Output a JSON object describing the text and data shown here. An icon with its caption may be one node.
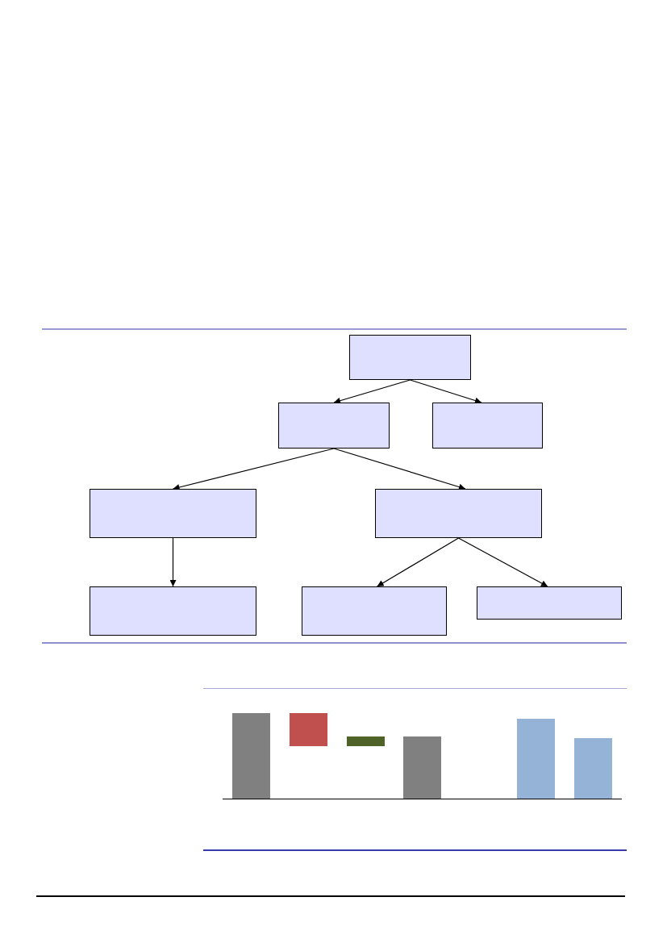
{
  "diagram": {
    "nodes": [
      {
        "text": [],
        "shape": "box"
      },
      {
        "text": [],
        "shape": "box"
      },
      {
        "text": [],
        "shape": "box"
      },
      {
        "text": [],
        "shape": "box"
      },
      {
        "text": [],
        "shape": "box"
      },
      {
        "text": [],
        "shape": "box"
      },
      {
        "text": [],
        "shape": "box"
      },
      {
        "text": [],
        "shape": "box"
      }
    ],
    "edges": [
      {
        "from": 0,
        "to": 1,
        "arrow": "to"
      },
      {
        "from": 0,
        "to": 2,
        "arrow": "to"
      },
      {
        "from": 1,
        "to": 3,
        "arrow": "to"
      },
      {
        "from": 1,
        "to": 4,
        "arrow": "to"
      },
      {
        "from": 3,
        "to": 5,
        "arrow": "to"
      },
      {
        "from": 4,
        "to": 6,
        "arrow": "to"
      },
      {
        "from": 4,
        "to": 7,
        "arrow": "to"
      }
    ]
  }
}
